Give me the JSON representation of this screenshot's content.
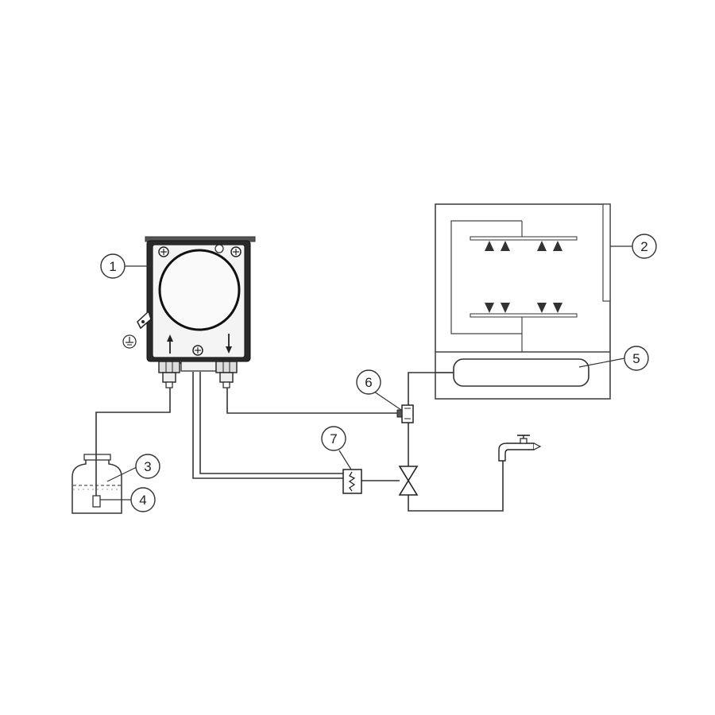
{
  "callouts": [
    {
      "id": "1",
      "label": "1"
    },
    {
      "id": "2",
      "label": "2"
    },
    {
      "id": "3",
      "label": "3"
    },
    {
      "id": "4",
      "label": "4"
    },
    {
      "id": "5",
      "label": "5"
    },
    {
      "id": "6",
      "label": "6"
    },
    {
      "id": "7",
      "label": "7"
    }
  ],
  "colors": {
    "line": "#333333",
    "pump_body": "#2a2a2a",
    "background": "#ffffff"
  },
  "icons": [
    "peristaltic-pump-icon",
    "dishwasher-cabinet-icon",
    "chemical-container-icon",
    "suction-probe-icon",
    "wash-tank-icon",
    "injection-fitting-icon",
    "check-valve-icon",
    "shutoff-valve-icon",
    "water-tap-icon",
    "ground-symbol-icon"
  ]
}
